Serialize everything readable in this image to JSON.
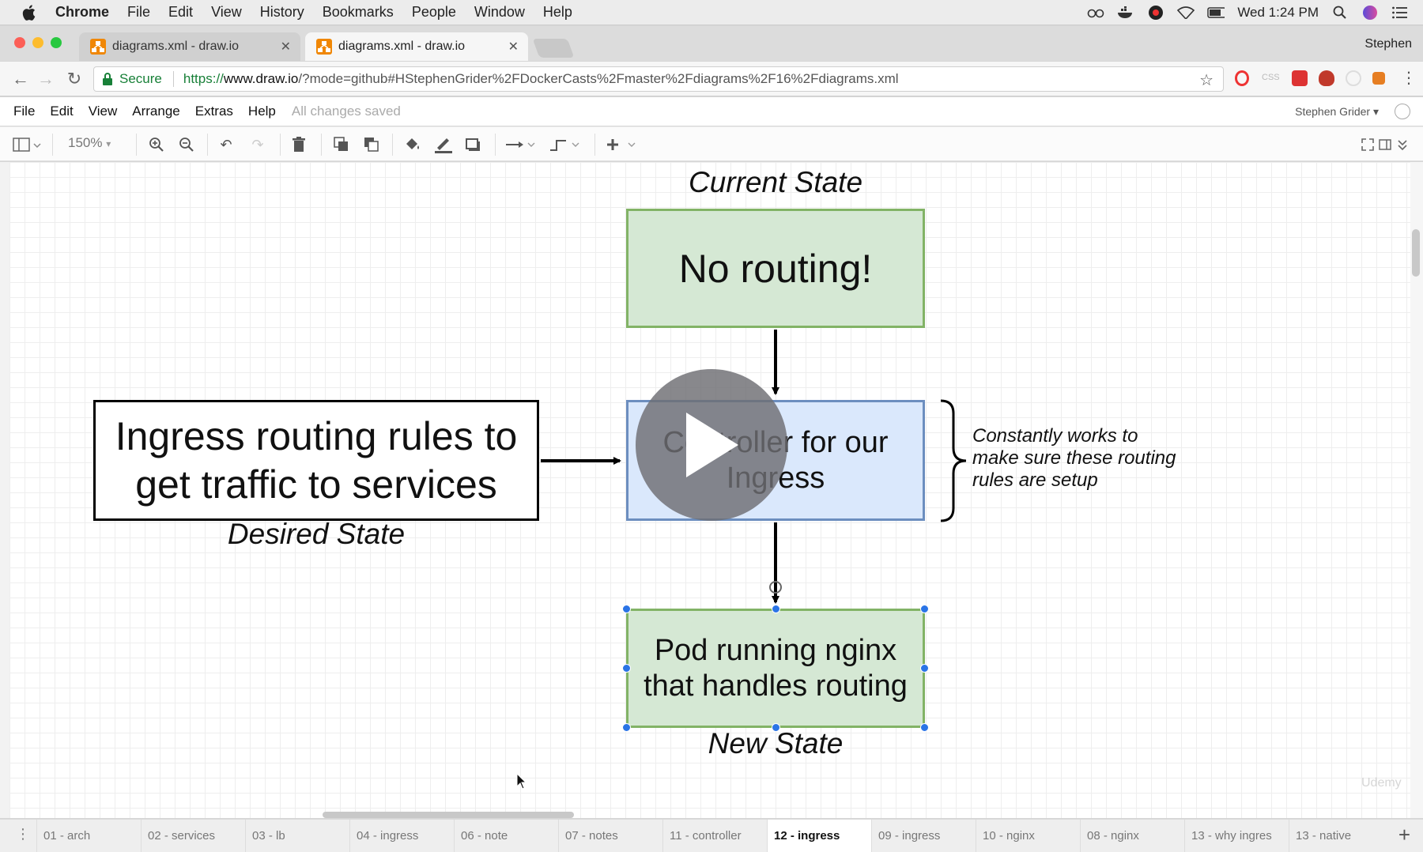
{
  "mac_menubar": {
    "app": "Chrome",
    "items": [
      "File",
      "Edit",
      "View",
      "History",
      "Bookmarks",
      "People",
      "Window",
      "Help"
    ],
    "clock": "Wed 1:24 PM"
  },
  "browser": {
    "tabs": [
      {
        "title": "diagrams.xml - draw.io",
        "active": false
      },
      {
        "title": "diagrams.xml - draw.io",
        "active": true
      }
    ],
    "profile": "Stephen",
    "secure_label": "Secure",
    "url_scheme": "https://",
    "url_host": "www.draw.io",
    "url_path": "/?mode=github#HStephenGrider%2FDockerCasts%2Fmaster%2Fdiagrams%2F16%2Fdiagrams.xml"
  },
  "app_menu": {
    "items": [
      "File",
      "Edit",
      "View",
      "Arrange",
      "Extras",
      "Help"
    ],
    "save_status": "All changes saved",
    "user": "Stephen Grider"
  },
  "toolbar": {
    "zoom": "150%"
  },
  "diagram": {
    "current_state_label": "Current State",
    "current_state_box": "No routing!",
    "desired_box_line1": "Ingress routing rules to",
    "desired_box_line2": "get traffic to services",
    "desired_state_label": "Desired State",
    "controller_line1": "Controller for our",
    "controller_line2": "Ingress",
    "note_line1": "Constantly works to",
    "note_line2": "make sure these routing",
    "note_line3": "rules are setup",
    "pod_line1": "Pod running nginx",
    "pod_line2": "that handles routing",
    "new_state_label": "New State",
    "watermark": "Udemy"
  },
  "page_tabs": [
    {
      "label": "01 - arch",
      "active": false
    },
    {
      "label": "02 - services",
      "active": false
    },
    {
      "label": "03 - lb",
      "active": false
    },
    {
      "label": "04 - ingress",
      "active": false
    },
    {
      "label": "06 - note",
      "active": false
    },
    {
      "label": "07 - notes",
      "active": false
    },
    {
      "label": "11 - controller",
      "active": false
    },
    {
      "label": "12 - ingress",
      "active": true
    },
    {
      "label": "09 - ingress",
      "active": false
    },
    {
      "label": "10 - nginx",
      "active": false
    },
    {
      "label": "08 - nginx",
      "active": false
    },
    {
      "label": "13 - why ingres",
      "active": false
    },
    {
      "label": "13 - native",
      "active": false
    }
  ],
  "colors": {
    "green_fill": "#d5e8d4",
    "green_stroke": "#82b366",
    "blue_fill": "#dae8fc",
    "blue_stroke": "#6c8ebf",
    "selection_handle": "#2a74e6",
    "secure_green": "#188038"
  }
}
